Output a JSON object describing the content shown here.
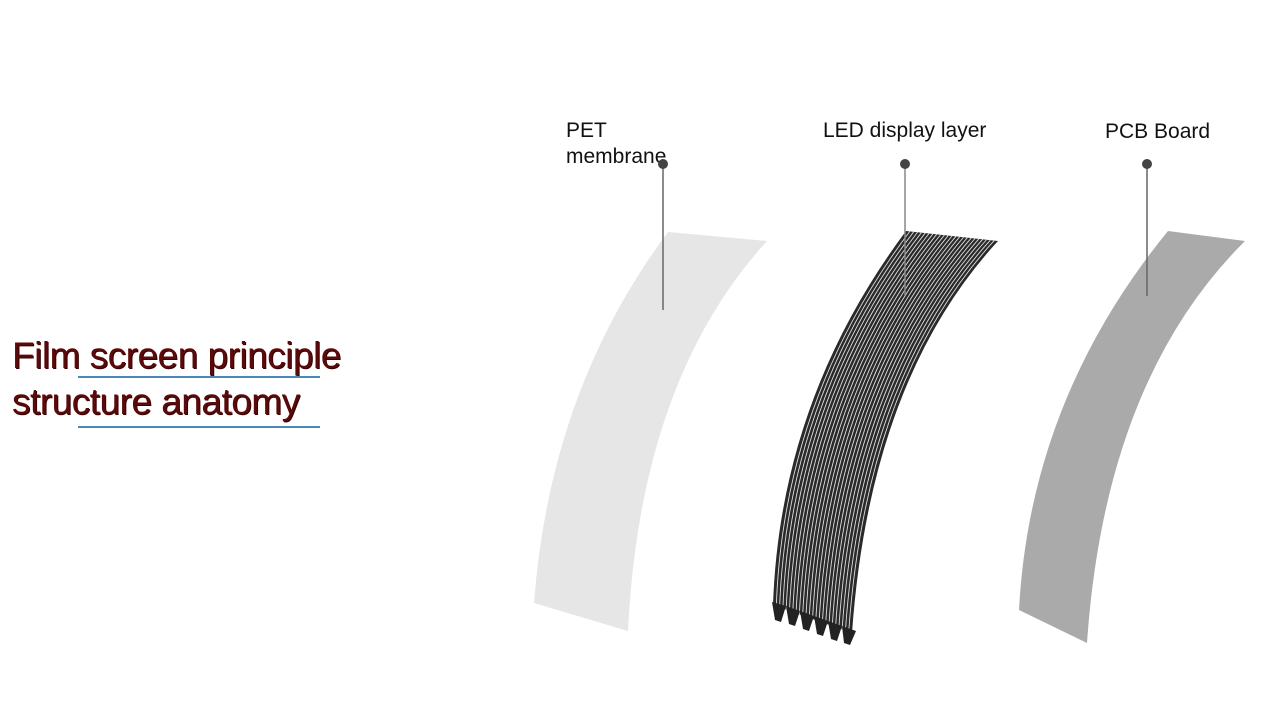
{
  "title": {
    "line1": "Film screen principle",
    "line2": "structure anatomy"
  },
  "layers": [
    {
      "label_line1": "PET",
      "label_line2": "membrane",
      "fill": "#e6e6e6"
    },
    {
      "label_line1": "LED display layer",
      "label_line2": "",
      "fill": "#2a2a2a"
    },
    {
      "label_line1": "PCB Board",
      "label_line2": "",
      "fill": "#aaaaaa"
    }
  ],
  "colors": {
    "title_text": "#5a0a0a",
    "underline": "#4a8ab8",
    "pointer": "#444444"
  }
}
